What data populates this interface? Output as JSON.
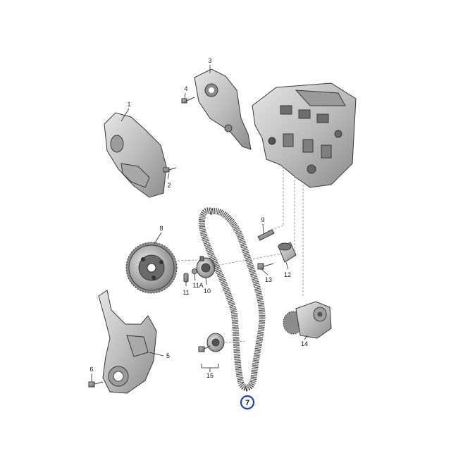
{
  "callouts": {
    "c1": "1",
    "c2": "2",
    "c3": "3",
    "c4": "4",
    "c5": "5",
    "c6": "6",
    "c7": "7",
    "c8": "8",
    "c9": "9",
    "c10": "10",
    "c11": "11",
    "c11a": "11A",
    "c12": "12",
    "c13": "13",
    "c14": "14",
    "c15": "15"
  },
  "highlight_color": "#1f3fd0"
}
